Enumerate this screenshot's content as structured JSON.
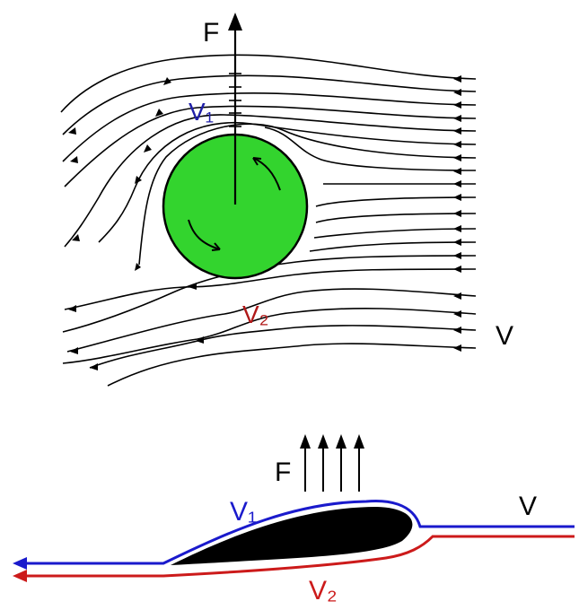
{
  "top_diagram": {
    "force_label": "F",
    "velocity_top_label": "V₁",
    "velocity_bottom_label": "V₂",
    "free_stream_label": "V",
    "ball_color": "#33d42e",
    "top_label_color": "#1f1fa8",
    "bottom_label_color": "#b01818"
  },
  "bottom_diagram": {
    "force_label": "F",
    "velocity_top_label": "V₁",
    "velocity_bottom_label": "V₂",
    "free_stream_label": "V",
    "top_stream_color": "#1a1acc",
    "bottom_stream_color": "#cc1a1a",
    "airfoil_color": "#000000"
  }
}
